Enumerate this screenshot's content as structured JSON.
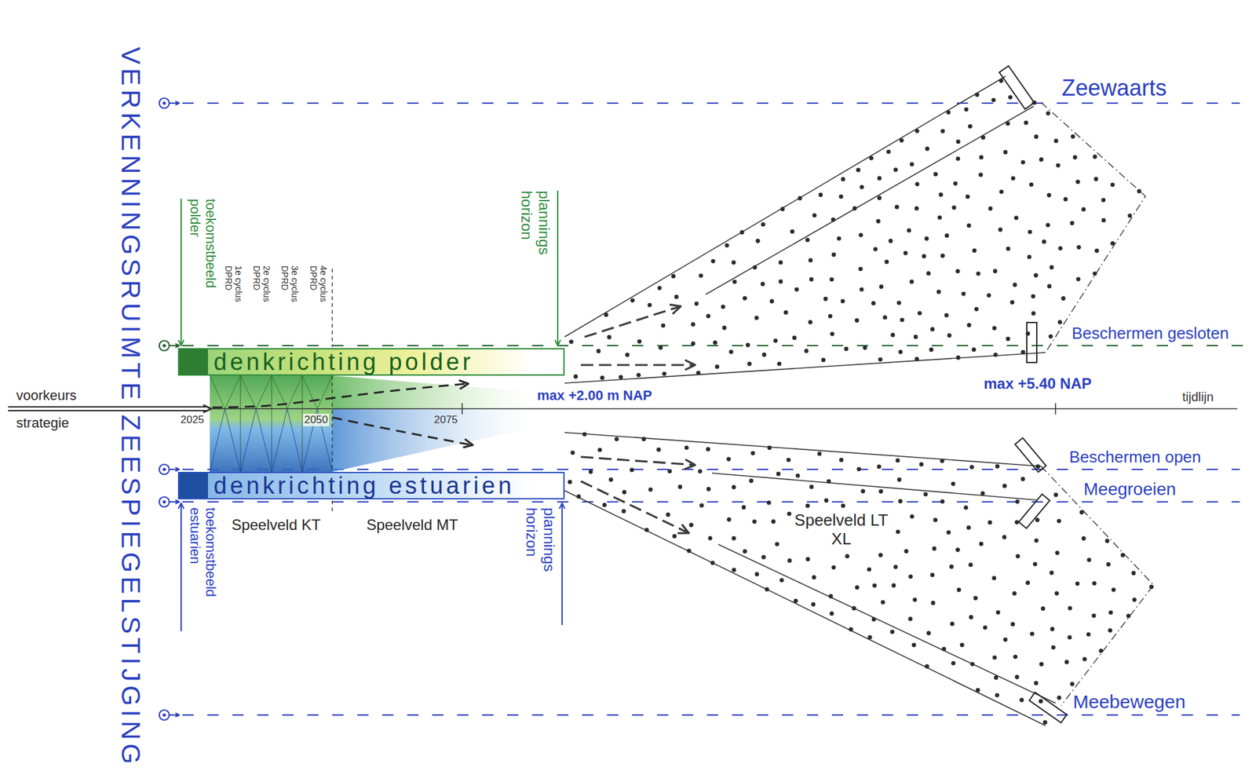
{
  "diagram": {
    "title": "VERKENNINGSRUIMTE ZEESPIEGELSTIJGING",
    "nodes": [
      {
        "text": [
          "denkrichting polder"
        ]
      },
      {
        "text": [
          "denkrichting estuarien"
        ]
      }
    ],
    "labels": [
      "voorkeurs strategie",
      "toekomstbeeld polder",
      "1e cyclus DPRD",
      "2e cyclus DPRD",
      "3e cyclus DPRD",
      "4e cyclus DPRD",
      "plannings horizon",
      "2025",
      "2050",
      "2075",
      "max +2.00 m NAP",
      "toekomstbeeld estuarien",
      "plannings horizon",
      "Speelveld KT",
      "Speelveld MT",
      "Speelveld LT XL",
      "Zeewaarts",
      "Beschermen gesloten",
      "max +5.40 NAP",
      "tijdlijn",
      "Beschermen open",
      "Meegroeien",
      "Meebewegen"
    ]
  }
}
